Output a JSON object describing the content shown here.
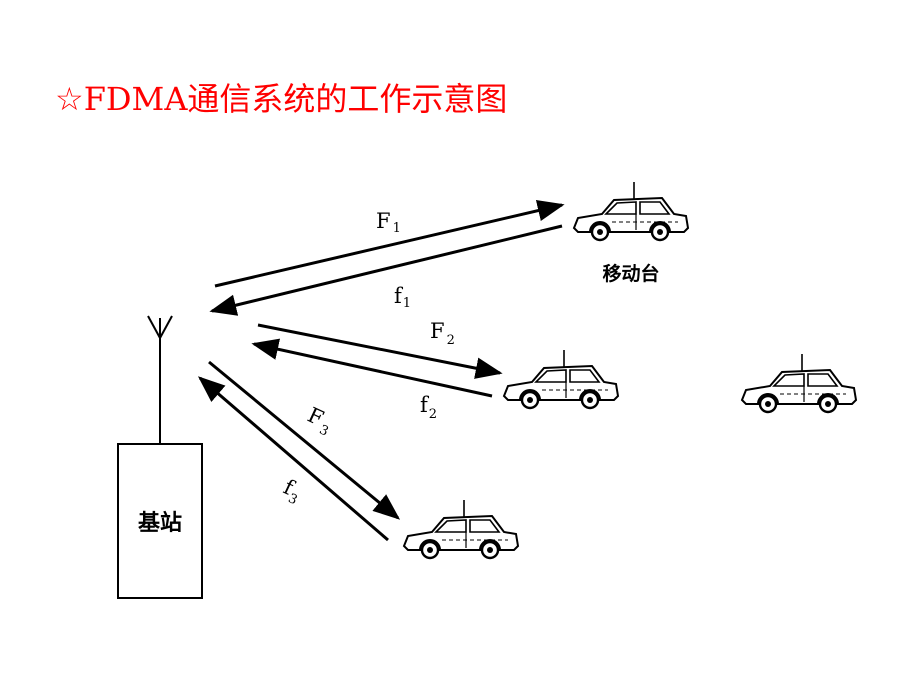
{
  "title": "☆FDMA通信系统的工作示意图",
  "diagram": {
    "base_station_label": "基站",
    "mobile_label": "移动台",
    "links": [
      {
        "forward": "F",
        "reverse": "f",
        "index": "1"
      },
      {
        "forward": "F",
        "reverse": "f",
        "index": "2"
      },
      {
        "forward": "F",
        "reverse": "f",
        "index": "3"
      }
    ]
  }
}
